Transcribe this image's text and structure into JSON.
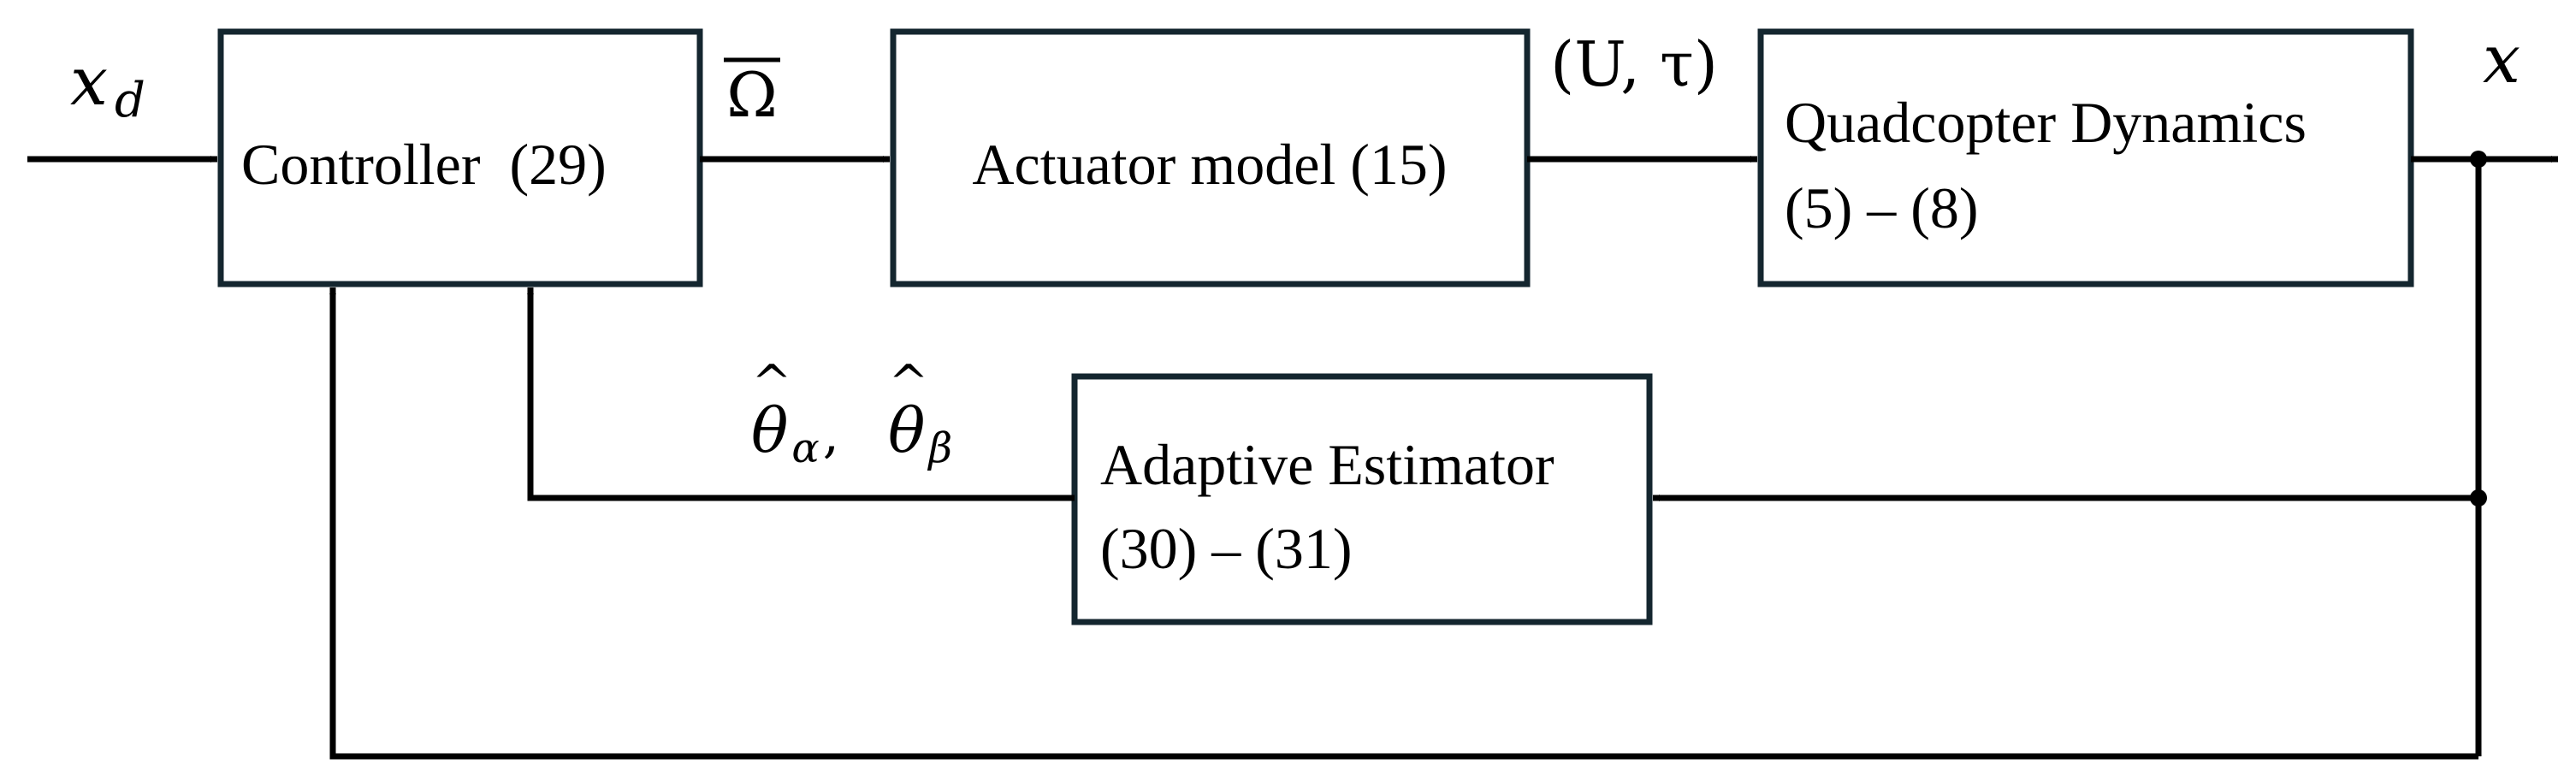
{
  "blocks": {
    "controller": {
      "lines": [
        "Controller  (29)"
      ]
    },
    "actuator": {
      "lines": [
        "Actuator model (15)"
      ]
    },
    "dynamics": {
      "lines": [
        "Quadcopter Dynamics",
        "(5) – (8)"
      ]
    },
    "estimator": {
      "lines": [
        "Adaptive Estimator",
        "(30) – (31)"
      ]
    }
  },
  "signals": {
    "input": {
      "symbol": "x",
      "subscript": "d"
    },
    "omega": {
      "symbol": "Ω",
      "overline": true
    },
    "control": {
      "text": "(U, τ)"
    },
    "output": {
      "symbol": "x"
    },
    "estimates": {
      "first": {
        "symbol": "θ",
        "hat": "^",
        "subscript": "α",
        "separator": ","
      },
      "second": {
        "symbol": "θ",
        "hat": "^",
        "subscript": "β"
      }
    }
  },
  "colors": {
    "box_stroke": "#14262f",
    "line": "#000000"
  }
}
